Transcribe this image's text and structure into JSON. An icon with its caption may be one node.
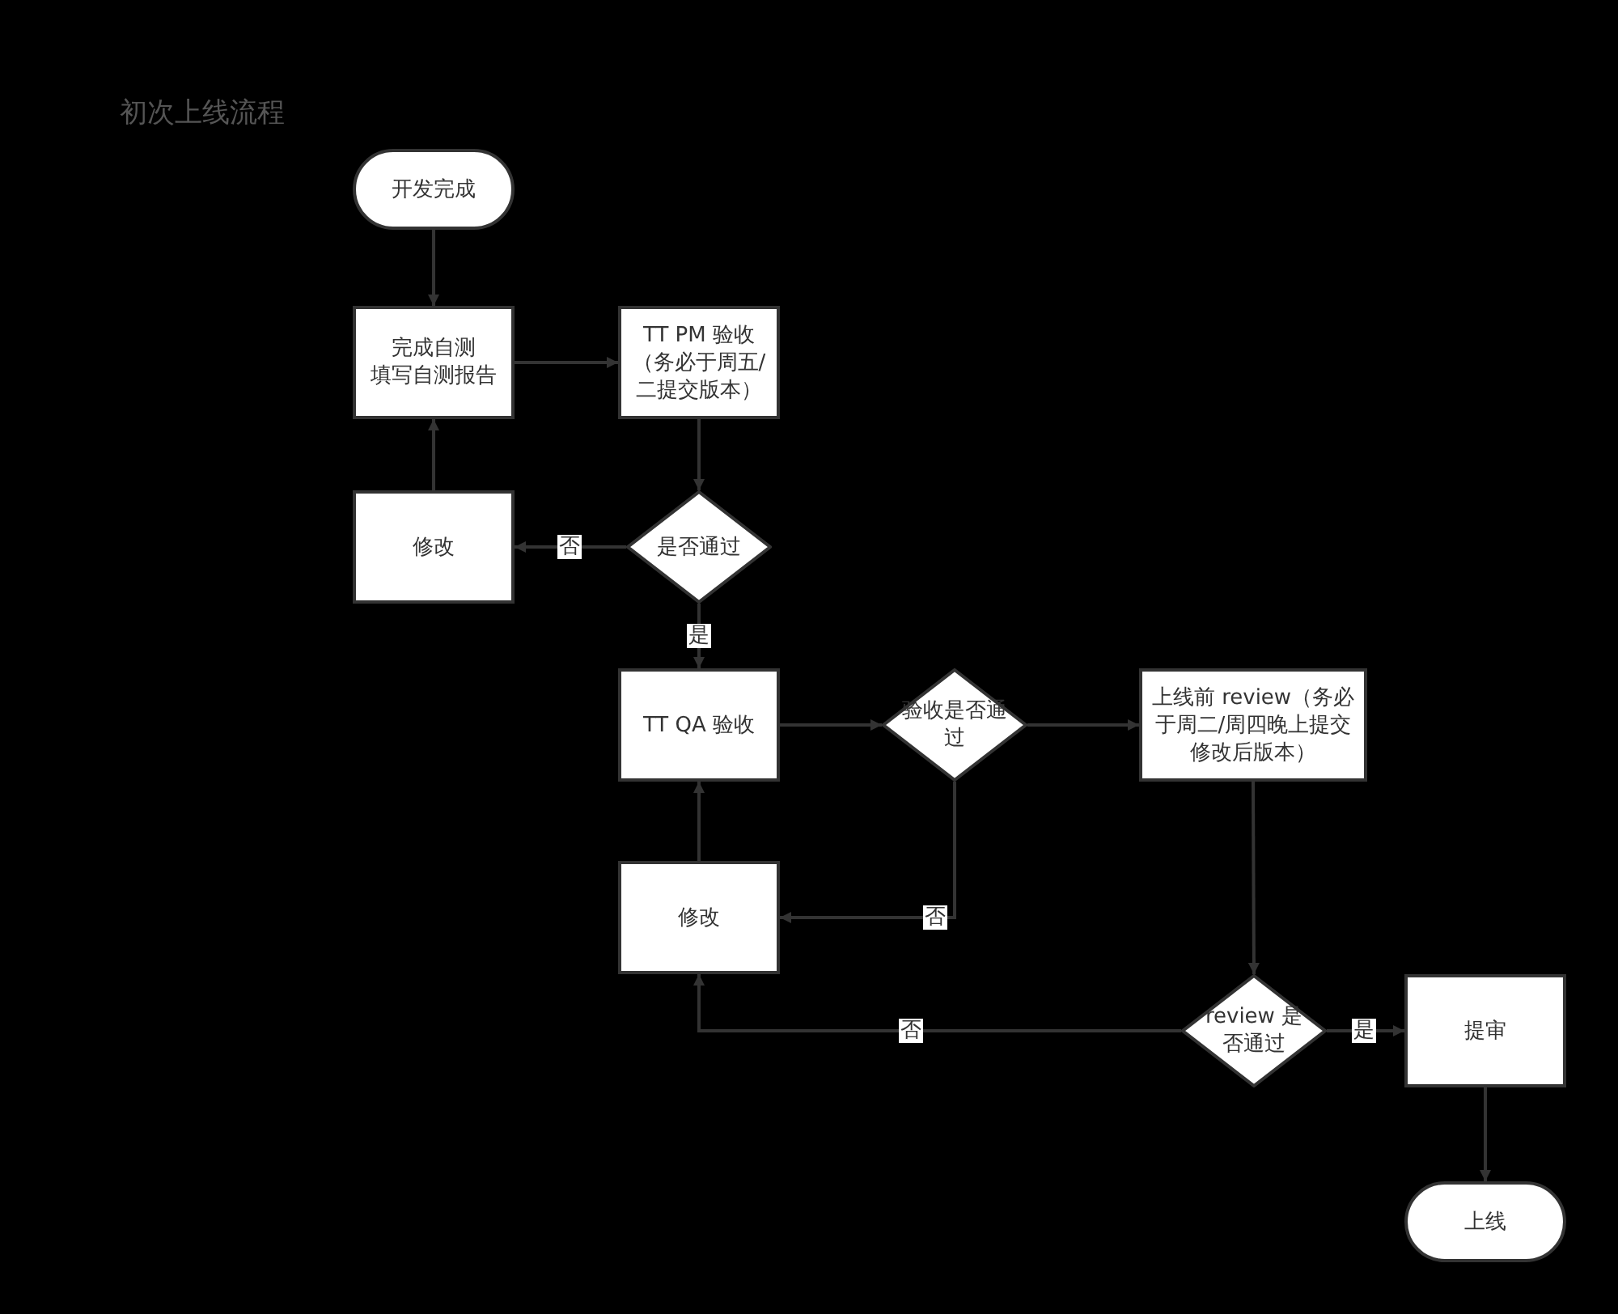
{
  "diagram": {
    "title": "初次上线流程",
    "nodes": [
      {
        "text": [
          "开发完成"
        ]
      },
      {
        "text": [
          "完成自测",
          "填写自测报告"
        ]
      },
      {
        "text": [
          "TT PM 验收（务必于周五/二提交版本）"
        ]
      },
      {
        "text": [
          "修改"
        ]
      },
      {
        "text": [
          "是否通过"
        ]
      },
      {
        "text": [
          "TT QA 验收"
        ]
      },
      {
        "text": [
          "验收是否通过"
        ]
      },
      {
        "text": [
          "上线前 review（务必于周二/周四晚上提交修改后版本）"
        ]
      },
      {
        "text": [
          "修改"
        ]
      },
      {
        "text": [
          "review 是否通过"
        ]
      },
      {
        "text": [
          "提审"
        ]
      },
      {
        "text": [
          "上线"
        ]
      }
    ],
    "edges": [
      {
        "from": 0,
        "to": 1,
        "arrow": "to"
      },
      {
        "from": 1,
        "to": 2,
        "arrow": "to"
      },
      {
        "from": 2,
        "to": 4,
        "arrow": "to"
      },
      {
        "from": 4,
        "to": 3,
        "arrow": "to",
        "label": "否"
      },
      {
        "from": 3,
        "to": 1,
        "arrow": "to"
      },
      {
        "from": 4,
        "to": 5,
        "arrow": "to",
        "label": "是"
      },
      {
        "from": 5,
        "to": 6,
        "arrow": "to"
      },
      {
        "from": 6,
        "to": 7,
        "arrow": "to"
      },
      {
        "from": 6,
        "to": 8,
        "arrow": "to",
        "label": "否"
      },
      {
        "from": 8,
        "to": 5,
        "arrow": "to"
      },
      {
        "from": 7,
        "to": 9,
        "arrow": "to"
      },
      {
        "from": 9,
        "to": 10,
        "arrow": "to",
        "label": "是"
      },
      {
        "from": 9,
        "to": 8,
        "arrow": "to",
        "label": "否"
      },
      {
        "from": 10,
        "to": 11,
        "arrow": "to"
      }
    ]
  }
}
